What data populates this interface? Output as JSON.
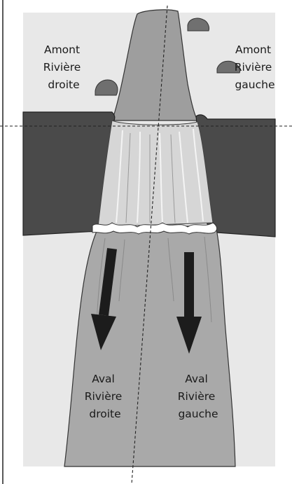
{
  "diagram": {
    "labels": {
      "upstream_right": [
        "Amont",
        "Rivière",
        "droite"
      ],
      "upstream_left": [
        "Amont",
        "Rivière",
        "gauche"
      ],
      "downstream_right": [
        "Aval",
        "Rivière",
        "droite"
      ],
      "downstream_left": [
        "Aval",
        "Rivière",
        "gauche"
      ]
    },
    "colors": {
      "sky": "#e8e8e8",
      "cliff": "#4a4a4a",
      "river": "#a9a9a9",
      "waterfall": "#d6d6d6",
      "foam": "#ffffff",
      "arrow": "#1c1c1c",
      "rock": "#6f6f6f"
    }
  }
}
